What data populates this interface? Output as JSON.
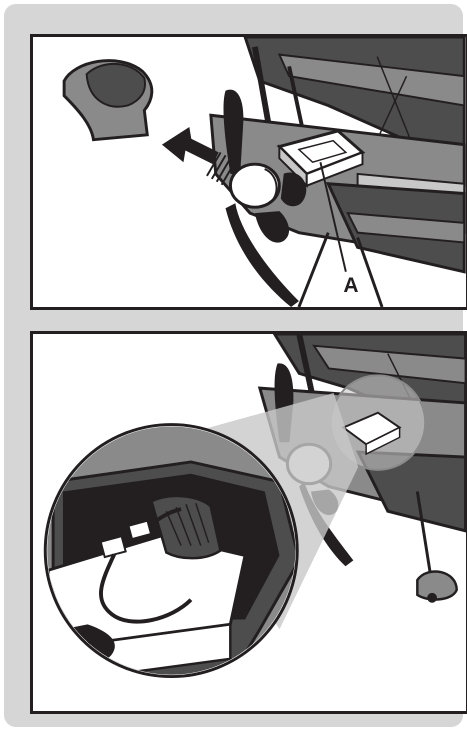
{
  "figure": {
    "callout_label": "A"
  },
  "colors": {
    "frame": "#d6d6d6",
    "outline": "#231f20",
    "dark_gray": "#4d4d4d",
    "mid_gray": "#8a8a8a",
    "light_gray": "#c8c8c8",
    "white": "#ffffff"
  },
  "panels": [
    {
      "name": "remove-canopy-hatch-panel"
    },
    {
      "name": "battery-connector-detail-panel"
    }
  ]
}
